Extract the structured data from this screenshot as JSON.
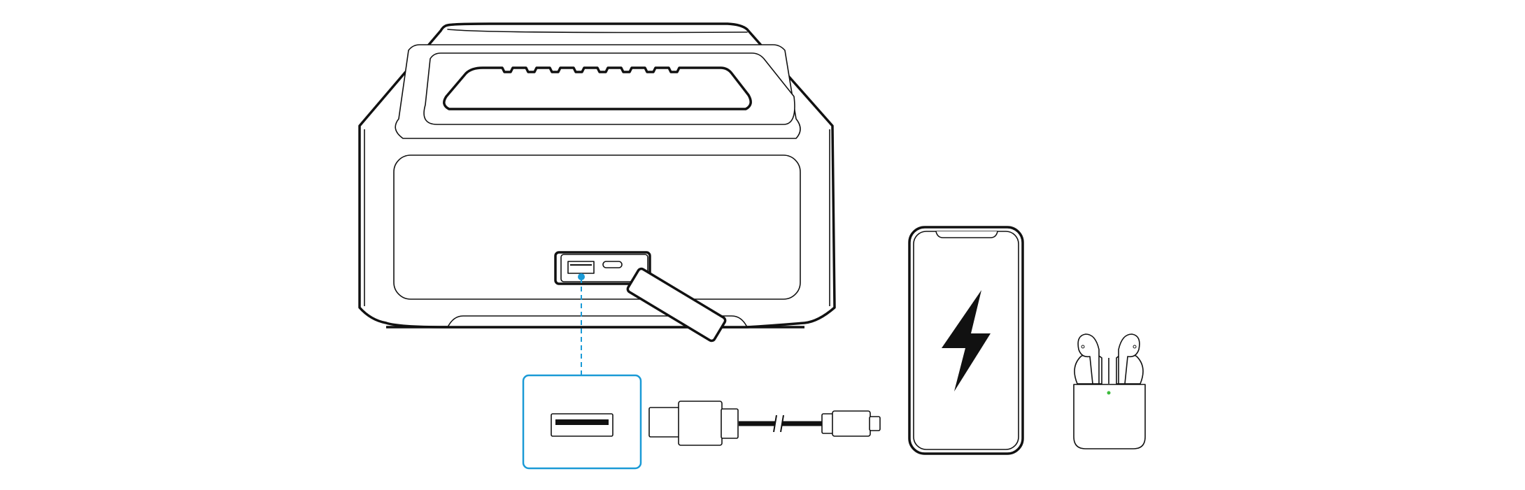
{
  "colors": {
    "line": "#111111",
    "accent": "#1a9ad6",
    "status_led": "#3dbb3d",
    "background": "#ffffff"
  },
  "icons": [
    "speaker",
    "usb-a-port",
    "usb-c-port",
    "usb-cable",
    "smartphone",
    "lightning-bolt-icon",
    "earbuds-case"
  ]
}
